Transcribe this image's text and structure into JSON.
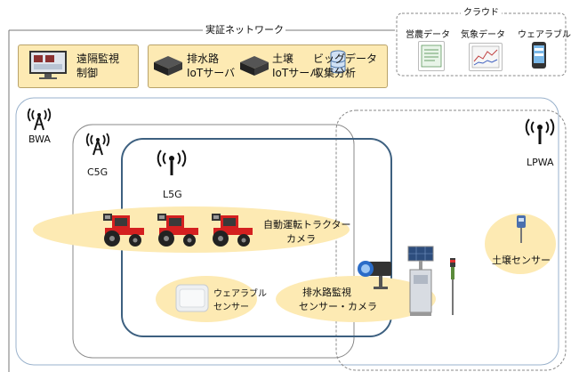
{
  "network": {
    "title": "実証ネットワーク",
    "cloud_title": "クラウド"
  },
  "cloud_items": [
    {
      "label": "営農データ",
      "icon": "document-icon"
    },
    {
      "label": "気象データ",
      "icon": "weather-chart-icon"
    },
    {
      "label": "ウェアラブル",
      "icon": "smartphone-icon"
    }
  ],
  "remote_box": {
    "line1": "遠隔監視",
    "line2": "制御",
    "icon": "monitor-icon"
  },
  "servers": [
    {
      "line1": "排水路",
      "line2": "IoTサーバ",
      "icon": "server-icon"
    },
    {
      "line1": "土壌",
      "line2": "IoTサーバ",
      "icon": "server-icon"
    },
    {
      "line1": "ビッグデータ",
      "line2": "収集分析",
      "icon": "database-icon"
    }
  ],
  "antennas": [
    {
      "label": "BWA",
      "icon": "antenna-icon"
    },
    {
      "label": "C5G",
      "icon": "antenna-icon"
    },
    {
      "label": "L5G",
      "icon": "antenna-icon"
    },
    {
      "label": "LPWA",
      "icon": "antenna-icon"
    }
  ],
  "groups": {
    "tractor": {
      "line1": "自動運転トラクター",
      "line2": "カメラ"
    },
    "wearable": {
      "line1": "ウェアラブル",
      "line2": "センサー"
    },
    "drain": {
      "line1": "排水路監視",
      "line2": "センサー・カメラ"
    },
    "soil": {
      "line1": "土壌センサー"
    }
  },
  "colors": {
    "ellipse_fill": "#fdeab3",
    "box_fill": "#fdeab3",
    "l5g_border": "#3d6080",
    "tractor_red": "#d42020"
  }
}
